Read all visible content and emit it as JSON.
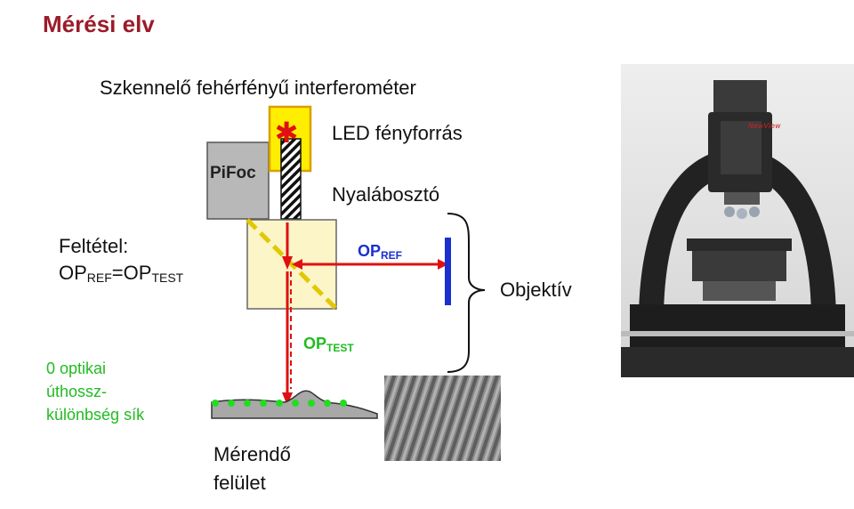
{
  "title": "Mérési elv",
  "labels": {
    "interferometer": "Szkennelő fehérfényű interferométer",
    "led": "LED fényforrás",
    "beamsplitter": "Nyalábosztó",
    "objective": "Objektív",
    "pifoc": "PiFoc",
    "surface_line1": "Mérendő",
    "surface_line2": "felület"
  },
  "condition": {
    "label": "Feltétel:",
    "op": "OP",
    "ref_sub": "REF",
    "eq": "=",
    "test_sub": "TEST"
  },
  "zero_plane": {
    "line1": "0 optikai",
    "line2": "úthossz-",
    "line3": "különbség sík"
  },
  "op_labels": {
    "ref_main": "OP",
    "ref_sub": "REF",
    "test_main": "OP",
    "test_sub": "TEST"
  },
  "colors": {
    "title": "#9b1c2a",
    "beam": "#e01010",
    "mirror": "#1a2fd0",
    "zero_plane": "#22bb22",
    "led_box": "#ffee00",
    "pifoc_box": "#b8b8b8",
    "splitter_box": "#fbf5c8"
  },
  "photo": {
    "brand": "NewView"
  }
}
